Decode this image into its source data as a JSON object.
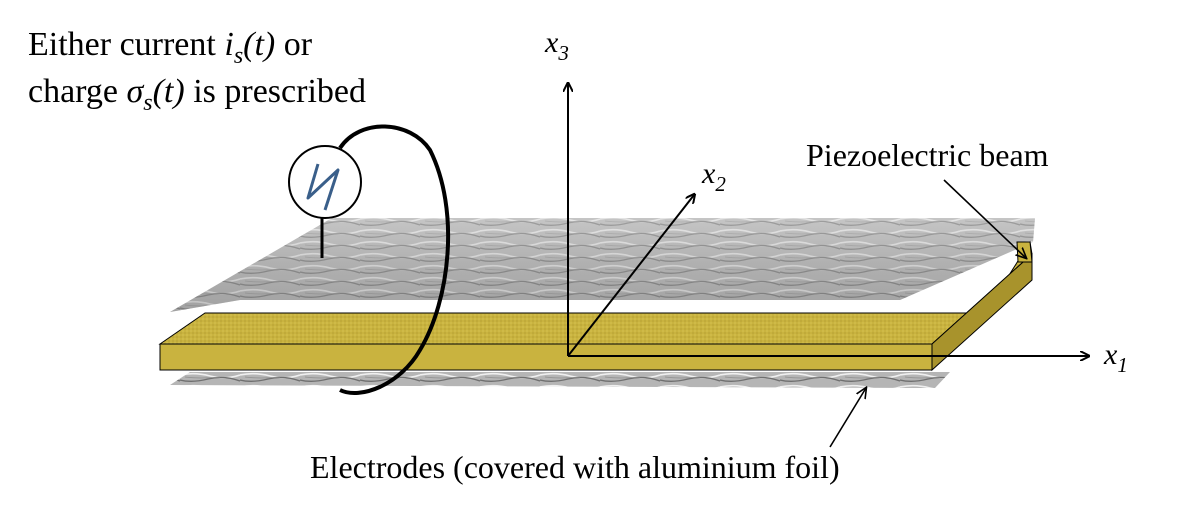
{
  "labels": {
    "source_line1_text": "Either current ",
    "source_line1_sym": "i",
    "source_line1_sub": "s",
    "source_line1_arg": "(t)",
    "source_line1_tail": " or",
    "source_line2_text": "charge ",
    "source_line2_sym": "σ",
    "source_line2_sub": "s",
    "source_line2_arg": "(t)",
    "source_line2_tail": " is prescribed",
    "beam": "Piezoelectric beam",
    "electrodes": "Electrodes (covered with aluminium foil)"
  },
  "axes": {
    "x1": {
      "base": "x",
      "sub": "1"
    },
    "x2": {
      "base": "x",
      "sub": "2"
    },
    "x3": {
      "base": "x",
      "sub": "3"
    }
  },
  "colors": {
    "beam_fill": "#c9b33f",
    "beam_edge": "#9b8a2e",
    "foil_light": "#d8d8d8",
    "foil_dark": "#7d7d7d",
    "source_stroke": "#3a5f8a",
    "ink": "#000000"
  }
}
